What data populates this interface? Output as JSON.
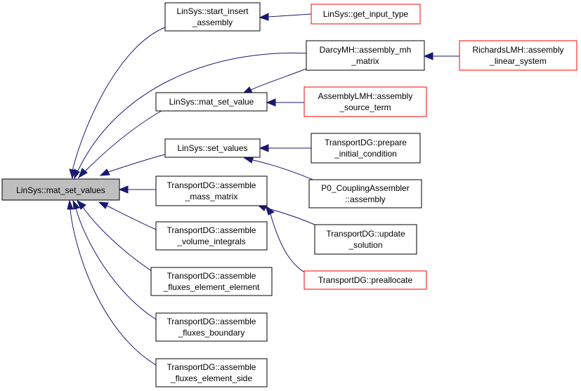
{
  "diagram": {
    "type": "call-graph",
    "edge_color": "#191970",
    "nodes": {
      "root": {
        "lines": [
          "LinSys::mat_set_values"
        ]
      },
      "start_insert": {
        "lines": [
          "LinSys::start_insert",
          "_assembly"
        ]
      },
      "get_input_type": {
        "lines": [
          "LinSys::get_input_type"
        ]
      },
      "darcy_mh": {
        "lines": [
          "DarcyMH::assembly_mh",
          "_matrix"
        ]
      },
      "richards": {
        "lines": [
          "RichardsLMH::assembly",
          "_linear_system"
        ]
      },
      "mat_set_value": {
        "lines": [
          "LinSys::mat_set_value"
        ]
      },
      "assembly_lmh": {
        "lines": [
          "AssemblyLMH::assembly",
          "_source_term"
        ]
      },
      "set_values": {
        "lines": [
          "LinSys::set_values"
        ]
      },
      "prepare_ic": {
        "lines": [
          "TransportDG::prepare",
          "_initial_condition"
        ]
      },
      "mass_matrix": {
        "lines": [
          "TransportDG::assemble",
          "_mass_matrix"
        ]
      },
      "p0_coupling": {
        "lines": [
          "P0_CouplingAssembler",
          "::assembly"
        ]
      },
      "update_solution": {
        "lines": [
          "TransportDG::update",
          "_solution"
        ]
      },
      "preallocate": {
        "lines": [
          "TransportDG::preallocate"
        ]
      },
      "volume_integrals": {
        "lines": [
          "TransportDG::assemble",
          "_volume_integrals"
        ]
      },
      "fluxes_ee": {
        "lines": [
          "TransportDG::assemble",
          "_fluxes_element_element"
        ]
      },
      "fluxes_boundary": {
        "lines": [
          "TransportDG::assemble",
          "_fluxes_boundary"
        ]
      },
      "fluxes_es": {
        "lines": [
          "TransportDG::assemble",
          "_fluxes_element_side"
        ]
      }
    },
    "edges": [
      [
        "start_insert",
        "root"
      ],
      [
        "mat_set_value",
        "root"
      ],
      [
        "darcy_mh",
        "root"
      ],
      [
        "set_values",
        "root"
      ],
      [
        "mass_matrix",
        "root"
      ],
      [
        "volume_integrals",
        "root"
      ],
      [
        "fluxes_ee",
        "root"
      ],
      [
        "fluxes_boundary",
        "root"
      ],
      [
        "fluxes_es",
        "root"
      ],
      [
        "get_input_type",
        "start_insert"
      ],
      [
        "richards",
        "darcy_mh"
      ],
      [
        "darcy_mh",
        "mat_set_value"
      ],
      [
        "assembly_lmh",
        "mat_set_value"
      ],
      [
        "prepare_ic",
        "set_values"
      ],
      [
        "p0_coupling",
        "set_values"
      ],
      [
        "update_solution",
        "mass_matrix"
      ],
      [
        "preallocate",
        "mass_matrix"
      ]
    ]
  }
}
